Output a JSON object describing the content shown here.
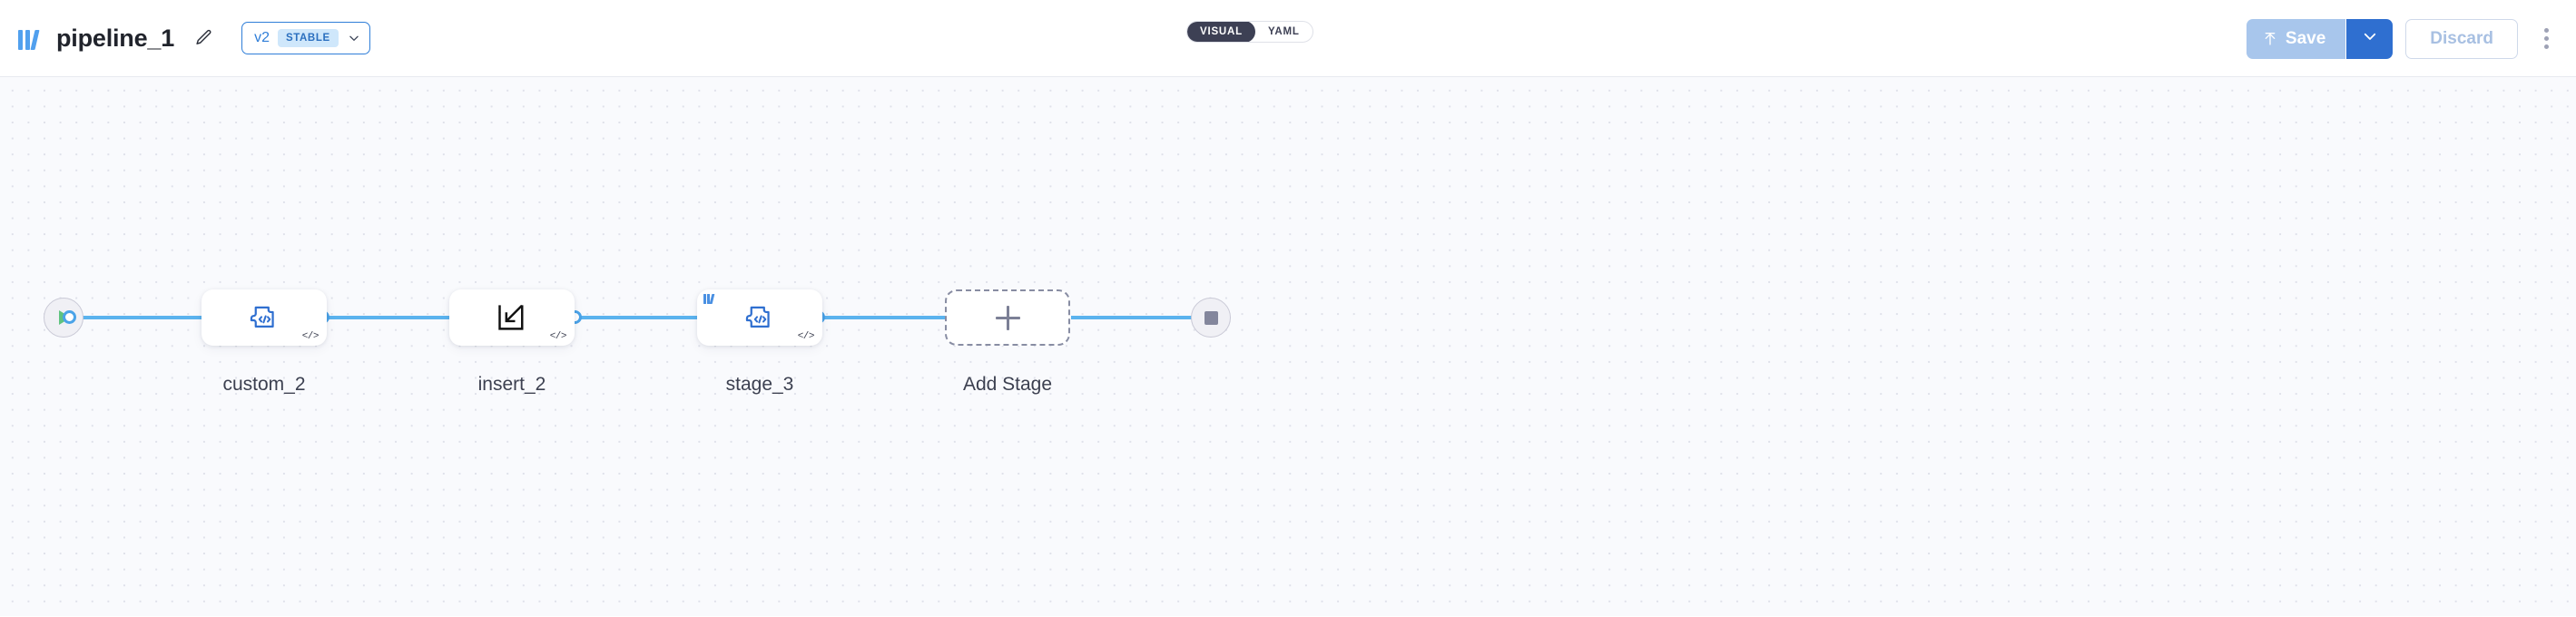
{
  "app": {
    "logo_name": "pipeline-logo",
    "title": "pipeline_1"
  },
  "toolbar": {
    "edit_icon": "pencil-icon",
    "version": {
      "label": "v2",
      "badge": "STABLE",
      "chevron": "chevron-down-icon"
    },
    "view_toggle": {
      "options": [
        "VISUAL",
        "YAML"
      ],
      "selected": "VISUAL"
    },
    "save_label": "Save",
    "save_icon": "upload-arrow-icon",
    "save_caret_icon": "chevron-down-icon",
    "discard_label": "Discard",
    "more_icon": "kebab-menu-icon"
  },
  "colors": {
    "accent_blue": "#2f7ed8",
    "edge_blue": "#4aa3e8",
    "node_icon_blue": "#2f6fd0",
    "save_disabled": "#a8c6ec",
    "save_caret": "#2f6fd0",
    "toggle_active": "#3d4054",
    "canvas_bg": "#f9fafd",
    "start_green": "#5fc37f",
    "stop_grey": "#83869c"
  },
  "pipeline": {
    "start_node": {
      "name": "start-node",
      "icon": "play-icon"
    },
    "end_node": {
      "name": "end-node",
      "icon": "stop-icon"
    },
    "stages": [
      {
        "label": "custom_2",
        "icon": "custom-code-puzzle-icon",
        "badge": "</>",
        "corner_logo": false
      },
      {
        "label": "insert_2",
        "icon": "insert-arrow-icon",
        "badge": "</>",
        "corner_logo": false
      },
      {
        "label": "stage_3",
        "icon": "custom-code-puzzle-icon",
        "badge": "</>",
        "corner_logo": true
      }
    ],
    "add_stage": {
      "label": "Add Stage",
      "icon": "plus-icon"
    }
  }
}
